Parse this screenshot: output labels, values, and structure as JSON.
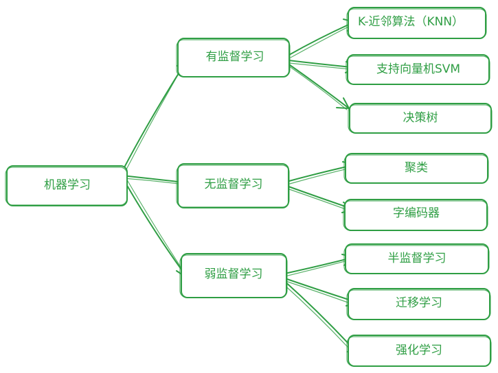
{
  "diagram": {
    "stroke_color": "#2f9e44",
    "text_color": "#2f9e44",
    "nodes": {
      "root": "机器学习",
      "supervised": "有监督学习",
      "unsupervised": "无监督学习",
      "weakly": "弱监督学习",
      "knn": "K-近邻算法（KNN）",
      "svm": "支持向量机SVM",
      "decision_tree": "决策树",
      "clustering": "聚类",
      "autoencoder": "字编码器",
      "semi": "半监督学习",
      "transfer": "迁移学习",
      "reinforcement": "强化学习"
    }
  }
}
